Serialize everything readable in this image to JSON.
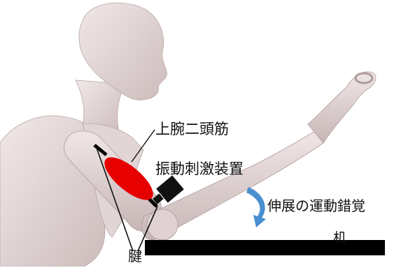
{
  "labels": {
    "biceps": "上腕二頭筋",
    "vibration_device": "振動刺激装置",
    "extension_illusion": "伸展の運動錯覚",
    "desk": "机",
    "tendon": "腱"
  },
  "colors": {
    "figure_skin": "#e7dada",
    "figure_shadow": "#c9b7b7",
    "muscle": "#e60000",
    "device": "#111111",
    "desk": "#000000",
    "arrow": "#4a8fd0"
  },
  "icons": {
    "illusion_arrow": "curved-down-arrow-icon"
  }
}
